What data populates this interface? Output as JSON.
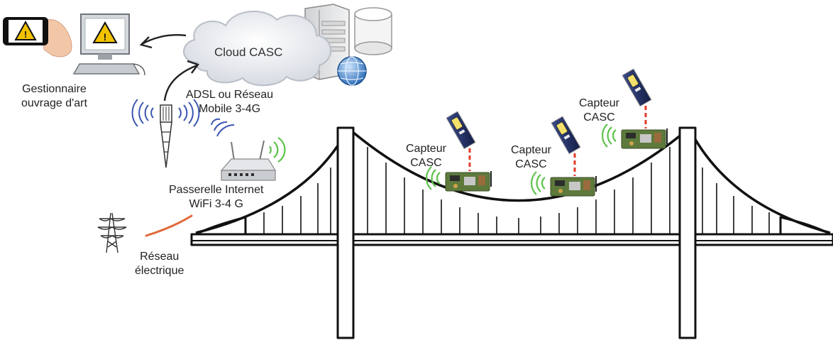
{
  "labels": {
    "cloud": "Cloud CASC",
    "manager": [
      "Gestionnaire",
      "ouvrage d'art"
    ],
    "network": [
      "ADSL ou Réseau",
      "Mobile 3-4G"
    ],
    "gateway": [
      "Passerelle Internet",
      "WiFi 3-4 G"
    ],
    "grid": [
      "Réseau",
      "électrique"
    ],
    "sensor1": [
      "Capteur",
      "CASC"
    ],
    "sensor2": [
      "Capteur",
      "CASC"
    ],
    "sensor3": [
      "Capteur",
      "CASC"
    ]
  },
  "colors": {
    "wave_blue": "#3a55b0",
    "wave_green": "#5cc24a",
    "power_line": "#e06a3a",
    "sensor_link": "#e23b2a",
    "warning": "#f2c200",
    "structure": "#111111"
  },
  "icons": [
    "smartphone-warning-icon",
    "monitor-warning-icon",
    "cloud-icon",
    "server-icon",
    "database-icon",
    "globe-icon",
    "antenna-tower-icon",
    "wifi-router-icon",
    "power-pylon-icon",
    "solar-panel-icon",
    "sensor-board-icon",
    "suspension-bridge"
  ]
}
